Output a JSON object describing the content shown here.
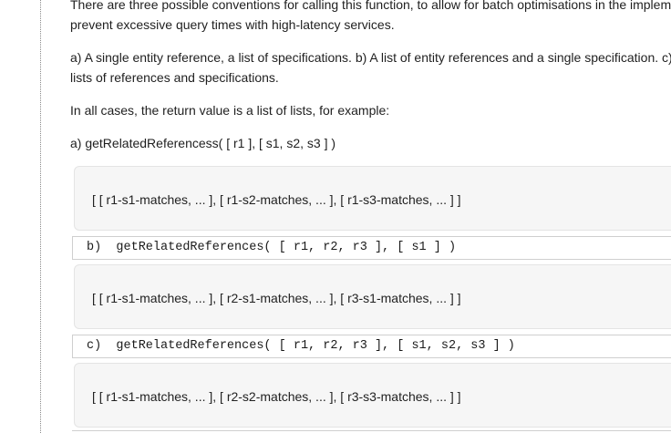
{
  "paragraphs": {
    "intro": "There are three possible conventions for calling this function, to allow for batch optimisations in the implem",
    "intro_cont": "prevent excessive query times with high-latency services.",
    "options": "a) A single entity reference, a list of specifications. b) A list of entity references and a single specification. c)",
    "options_cont": "lists of references and specifications.",
    "return_note": "In all cases, the return value is a list of lists, for example:",
    "example_a": "a) getRelatedReferencess( [ r1 ], [ s1, s2, s3 ] )"
  },
  "results": {
    "a": "[ [ r1-s1-matches, ... ], [ r1-s2-matches, ... ], [ r1-s3-matches, ... ] ]",
    "b": "[ [ r1-s1-matches, ... ], [ r2-s1-matches, ... ], [ r3-s1-matches, ... ] ]",
    "c": "[ [ r1-s1-matches, ... ], [ r2-s2-matches, ... ], [ r3-s3-matches, ... ] ]"
  },
  "code": {
    "b": "b)  getRelatedReferences( [ r1, r2, r3 ], [ s1 ] )",
    "c": "c)  getRelatedReferences( [ r1, r2, r3 ], [ s1, s2, s3 ] )"
  }
}
